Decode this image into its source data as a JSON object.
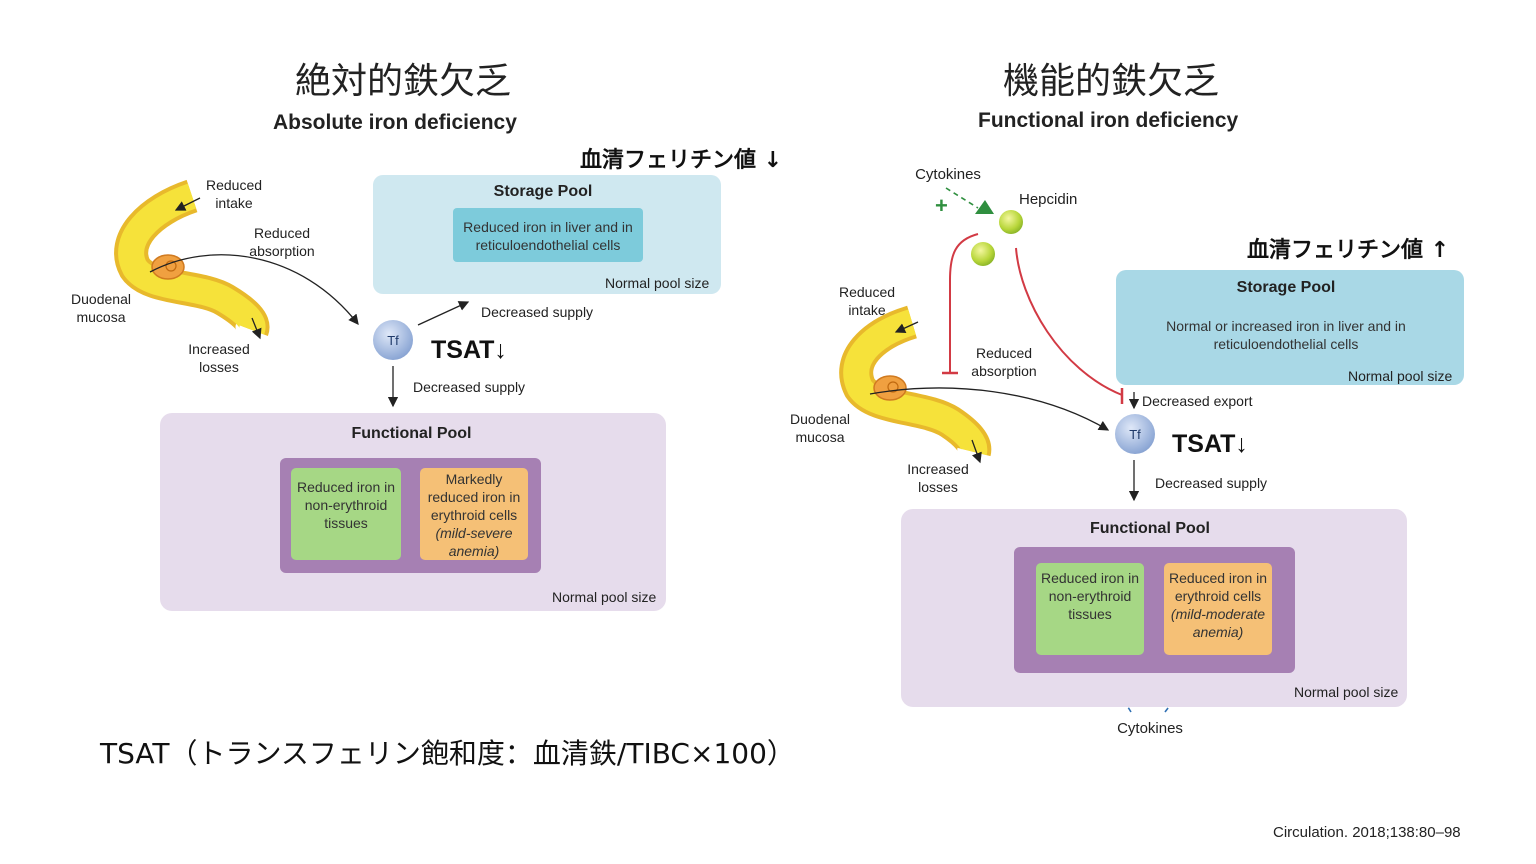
{
  "left": {
    "title_jp": "絶対的鉄欠乏",
    "title_en": "Absolute iron deficiency",
    "ferritin": "血清フェリチン値 ↓",
    "storage_title": "Storage Pool",
    "storage_text": "Reduced iron in liver and in reticuloendothelial cells",
    "storage_normal": "Normal pool size",
    "reduced_intake": "Reduced intake",
    "reduced_absorption": "Reduced absorption",
    "duodenal_mucosa": "Duodenal mucosa",
    "increased_losses": "Increased losses",
    "decreased_supply_1": "Decreased supply",
    "tf": "Tf",
    "tsat": "TSAT↓",
    "decreased_supply_2": "Decreased supply",
    "functional_title": "Functional Pool",
    "green_text": "Reduced iron in non-erythroid tissues",
    "orange_text": "Markedly reduced iron in erythroid cells",
    "orange_italic": "(mild-severe anemia)",
    "functional_normal": "Normal pool size"
  },
  "right": {
    "title_jp": "機能的鉄欠乏",
    "title_en": "Functional iron deficiency",
    "cytokines_top": "Cytokines",
    "plus": "+",
    "hepcidin": "Hepcidin",
    "ferritin": "血清フェリチン値 ↑",
    "storage_title": "Storage Pool",
    "storage_text": "Normal or increased iron in liver and in reticuloendothelial cells",
    "storage_normal": "Normal pool size",
    "reduced_intake": "Reduced intake",
    "reduced_absorption": "Reduced absorption",
    "duodenal_mucosa": "Duodenal mucosa",
    "increased_losses": "Increased losses",
    "decreased_export": "Decreased export",
    "tf": "Tf",
    "tsat": "TSAT↓",
    "decreased_supply": "Decreased supply",
    "functional_title": "Functional Pool",
    "green_text": "Reduced iron in non-erythroid tissues",
    "orange_text": "Reduced iron in erythroid cells",
    "orange_italic": "(mild-moderate anemia)",
    "functional_normal": "Normal pool size",
    "cytokines_bottom": "Cytokines"
  },
  "footnote": "TSAT（トランスフェリン飽和度：血清鉄/TIBC×100）",
  "citation": "Circulation. 2018;138:80–98",
  "colors": {
    "storage_light": "#cfe8f0",
    "storage_right": "#a9d8e6",
    "functional_bg": "#e6dcec",
    "functional_inner": "#a680b3",
    "green_box": "#a6d785",
    "orange_box": "#f5c076",
    "intestine_yellow": "#f6e23a",
    "hepcidin_red": "#d23a44",
    "cytokine_green": "#2f8f3f",
    "cytokine_blue": "#2f6fb3"
  }
}
